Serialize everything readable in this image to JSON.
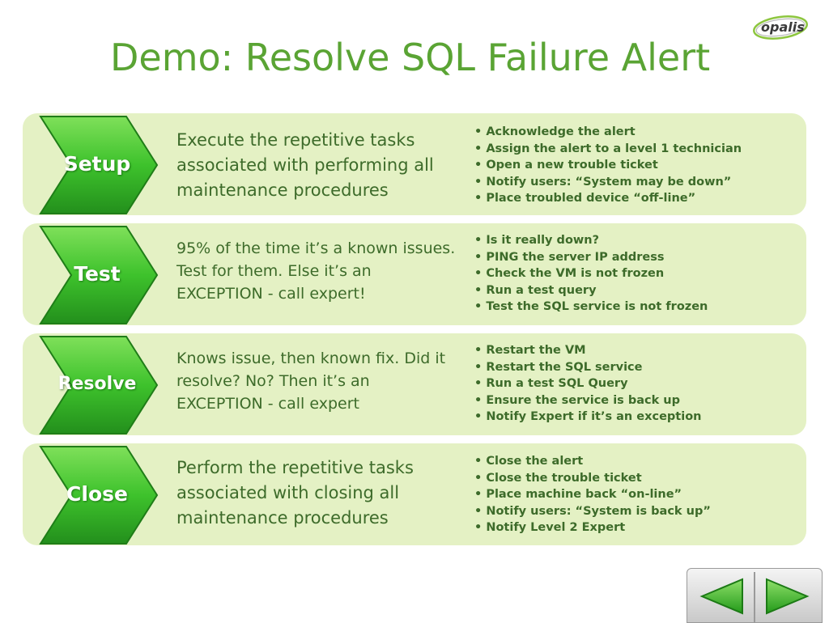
{
  "title": "Demo: Resolve SQL Failure Alert",
  "logo": {
    "text": "opalis"
  },
  "colors": {
    "title": "#5aa434",
    "row_bg": "#e4f1c4",
    "chevron": "#3db52e",
    "text": "#3d6b2a"
  },
  "rows": [
    {
      "label": "Setup",
      "description": "Execute the repetitive tasks associated with performing all maintenance procedures",
      "bullets": [
        "Acknowledge the alert",
        "Assign the alert  to a level 1 technician",
        "Open a new trouble ticket",
        "Notify users: “System may be down”",
        "Place troubled device “off-line”"
      ]
    },
    {
      "label": "Test",
      "description": "95% of the time it’s a known issues. Test for them. Else it’s an EXCEPTION - call expert!",
      "bullets": [
        "Is it really down?",
        "PING the server IP address",
        "Check the VM is not frozen",
        "Run a test query",
        "Test the SQL service is not frozen"
      ]
    },
    {
      "label": "Resolve",
      "description": "Knows issue, then known fix. Did it resolve? No? Then it’s an EXCEPTION - call expert",
      "bullets": [
        "Restart the VM",
        "Restart the SQL service",
        "Run a test SQL Query",
        "Ensure the service is back up",
        "Notify Expert if it’s an exception"
      ]
    },
    {
      "label": "Close",
      "description": "Perform the repetitive tasks associated with closing all maintenance procedures",
      "bullets": [
        "Close the alert",
        "Close the trouble ticket",
        "Place machine back “on-line”",
        "Notify users: “System is back up”",
        "Notify Level 2 Expert"
      ]
    }
  ],
  "nav": {
    "prev_icon": "left-arrow-icon",
    "next_icon": "right-arrow-icon"
  }
}
